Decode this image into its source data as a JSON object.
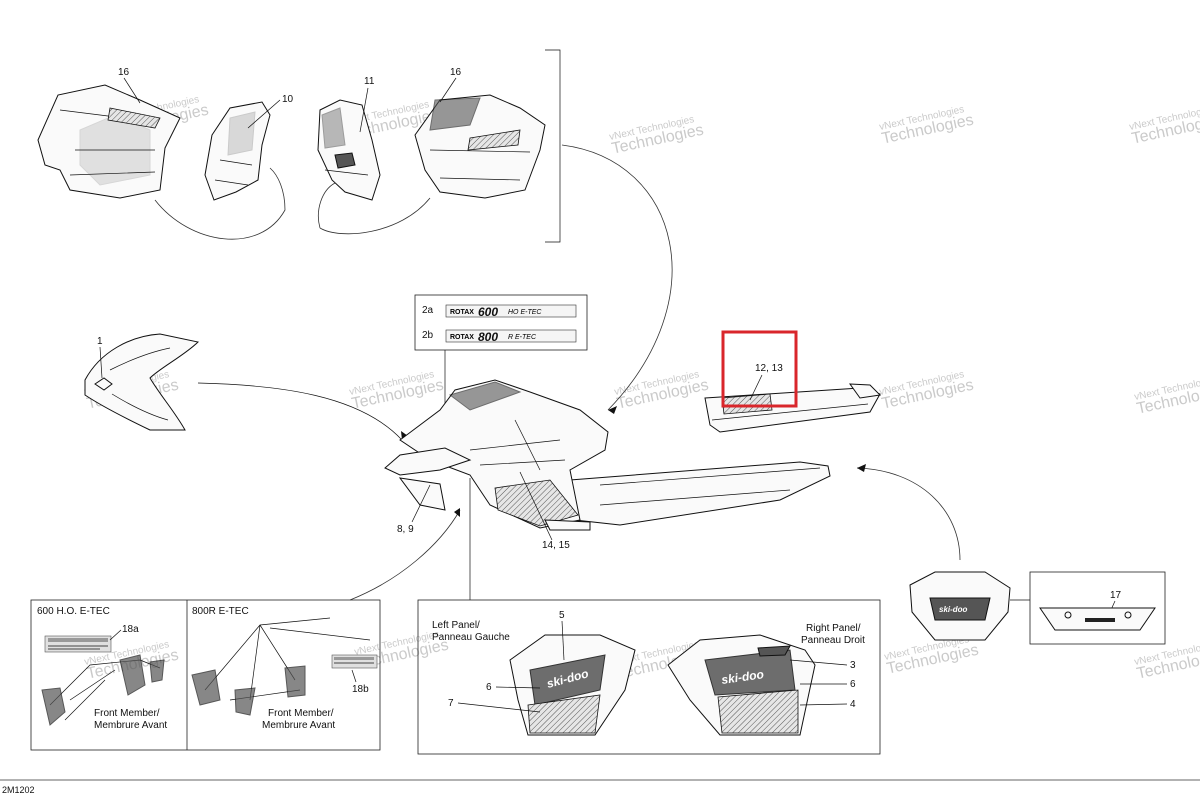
{
  "callouts": {
    "c16a": "16",
    "c10": "10",
    "c11": "11",
    "c16b": "16",
    "c1": "1",
    "c2a": "2a",
    "c2b": "2b",
    "c12_13": "12, 13",
    "c8_9": "8, 9",
    "c14_15": "14, 15",
    "c17": "17",
    "c18a": "18a",
    "c18b": "18b",
    "c5": "5",
    "c3": "3",
    "c6l": "6",
    "c6r": "6",
    "c7": "7",
    "c4": "4"
  },
  "decals": {
    "rotax_600_small": "ROTAX",
    "rotax_600_big": "600",
    "rotax_600_sub": "HO E-TEC",
    "rotax_800_small": "ROTAX",
    "rotax_800_big": "800",
    "rotax_800_sub": "R E-TEC",
    "ski_doo_tail": "ski-doo",
    "ski_doo_left": "ski-doo",
    "ski_doo_right": "ski-doo"
  },
  "panels": {
    "engine_600_title": "600 H.O. E-TEC",
    "engine_800_title": "800R E-TEC",
    "front_member_600_l1": "Front Member/",
    "front_member_600_l2": "Membrure Avant",
    "front_member_800_l1": "Front Member/",
    "front_member_800_l2": "Membrure Avant",
    "left_panel_l1": "Left Panel/",
    "left_panel_l2": "Panneau Gauche",
    "right_panel_l1": "Right Panel/",
    "right_panel_l2": "Panneau Droit"
  },
  "watermark": {
    "line1": "vNext Technologies",
    "line2": "Technologies"
  },
  "footer": {
    "drawing_code": "2M1202"
  },
  "highlight": {
    "color": "#d9262b"
  }
}
